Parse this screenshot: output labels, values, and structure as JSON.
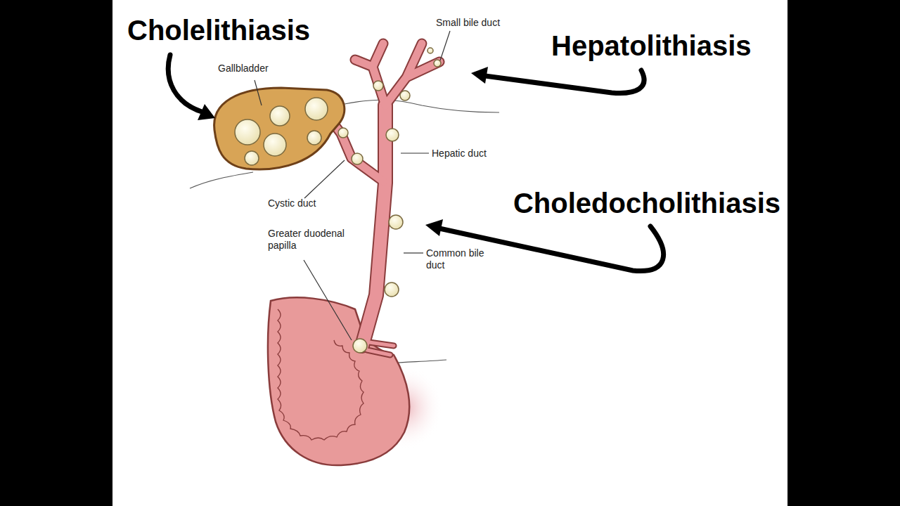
{
  "diagram": {
    "labels": [
      "Cholelithiasis",
      "Small bile duct",
      "Hepatolithiasis",
      "Gallbladder",
      "Hepatic duct",
      "Choledocholithiasis",
      "Cystic duct",
      "Greater duodenal papilla",
      "Common bile duct"
    ]
  }
}
